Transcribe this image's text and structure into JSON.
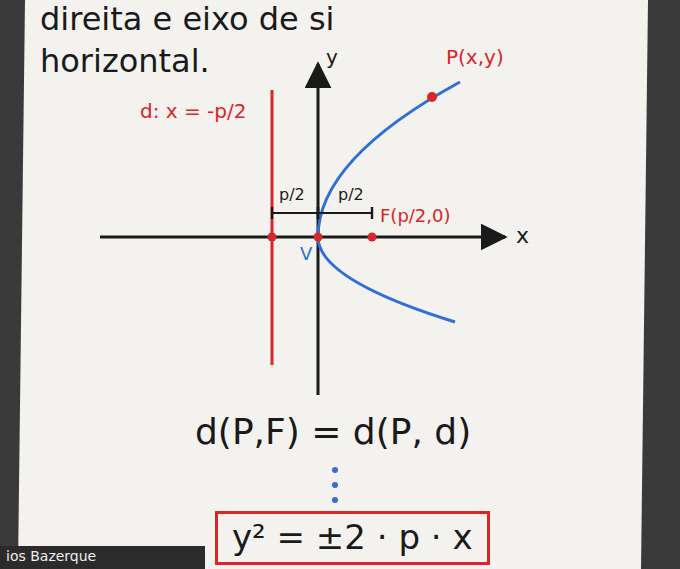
{
  "diagram": {
    "nodes": [
      {
        "text": [
          "y² = ±2 · p · x"
        ]
      }
    ],
    "labels": [
      "direita e eixo de si",
      "horizontal.",
      "y",
      "x",
      "d: x = -p/2",
      "P(x,y)",
      "p/2",
      "p/2",
      "F(p/2,0)",
      "V",
      "d(P,F) = d(P, d)",
      "ios Bazerque"
    ]
  }
}
